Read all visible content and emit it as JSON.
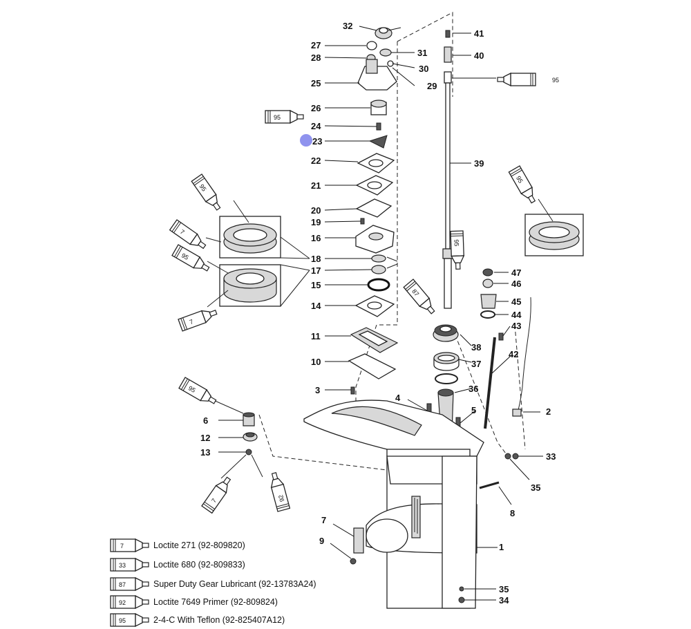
{
  "diagram": {
    "part_numbers": [
      "1",
      "2",
      "3",
      "4",
      "5",
      "6",
      "7",
      "8",
      "9",
      "10",
      "11",
      "12",
      "13",
      "14",
      "15",
      "16",
      "17",
      "18",
      "19",
      "20",
      "21",
      "22",
      "23",
      "24",
      "25",
      "26",
      "27",
      "28",
      "29",
      "30",
      "31",
      "32",
      "33",
      "34",
      "35",
      "36",
      "37",
      "38",
      "39",
      "40",
      "41",
      "42",
      "43",
      "44",
      "45",
      "46",
      "47"
    ],
    "callouts": {
      "p32": "32",
      "p27": "27",
      "p28": "28",
      "p25": "25",
      "p26": "26",
      "p24": "24",
      "p23": "23",
      "p22": "22",
      "p21": "21",
      "p20": "20",
      "p19": "19",
      "p16": "16",
      "p18": "18",
      "p17": "17",
      "p15": "15",
      "p14": "14",
      "p11": "11",
      "p10": "10",
      "p3": "3",
      "p6": "6",
      "p12": "12",
      "p13": "13",
      "p41": "41",
      "p40": "40",
      "p31": "31",
      "p30": "30",
      "p29": "29",
      "p39": "39",
      "p47": "47",
      "p46": "46",
      "p45": "45",
      "p44": "44",
      "p43": "43",
      "p38": "38",
      "p42": "42",
      "p37": "37",
      "p36": "36",
      "p4": "4",
      "p5": "5",
      "p2": "2",
      "p33": "33",
      "p35a": "35",
      "p8": "8",
      "p7": "7",
      "p9": "9",
      "p1": "1",
      "p35b": "35",
      "p34": "34"
    },
    "tubes": {
      "t95_top": "95",
      "t95_left": "95",
      "t7_a": "7",
      "t95_mid": "95",
      "t7_b": "7",
      "t95_right": "95",
      "t95_shaft": "95",
      "t87": "87",
      "t95_pin": "95",
      "t7_c": "7",
      "t92": "92"
    },
    "marker_color": "#8f93ee"
  },
  "legend": [
    {
      "code": "7",
      "text": "Loctite 271 (92-809820)"
    },
    {
      "code": "33",
      "text": "Loctite 680 (92-809833)"
    },
    {
      "code": "87",
      "text": "Super Duty Gear Lubricant (92-13783A24)"
    },
    {
      "code": "92",
      "text": "Loctite 7649 Primer (92-809824)"
    },
    {
      "code": "95",
      "text": "2-4-C  With Teflon (92-825407A12)"
    }
  ]
}
